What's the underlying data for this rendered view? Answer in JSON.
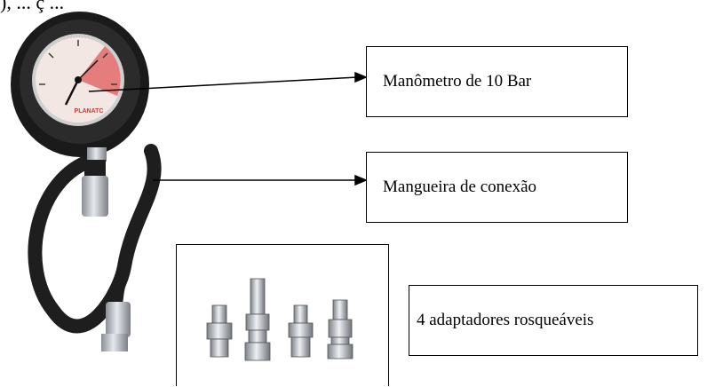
{
  "heading_fragment": "), ... ç ...",
  "labels": {
    "gauge": "Manômetro de 10 Bar",
    "hose": "Mangueira de conexão",
    "adapters": "4 adaptadores rosqueáveis"
  },
  "gauge_brand": "PLANATC",
  "colors": {
    "hose": "#1e1e1e",
    "gauge_face": "#f3e7e3",
    "gauge_red_zone": "#e06a6a",
    "metal": "#b8bcc4"
  }
}
